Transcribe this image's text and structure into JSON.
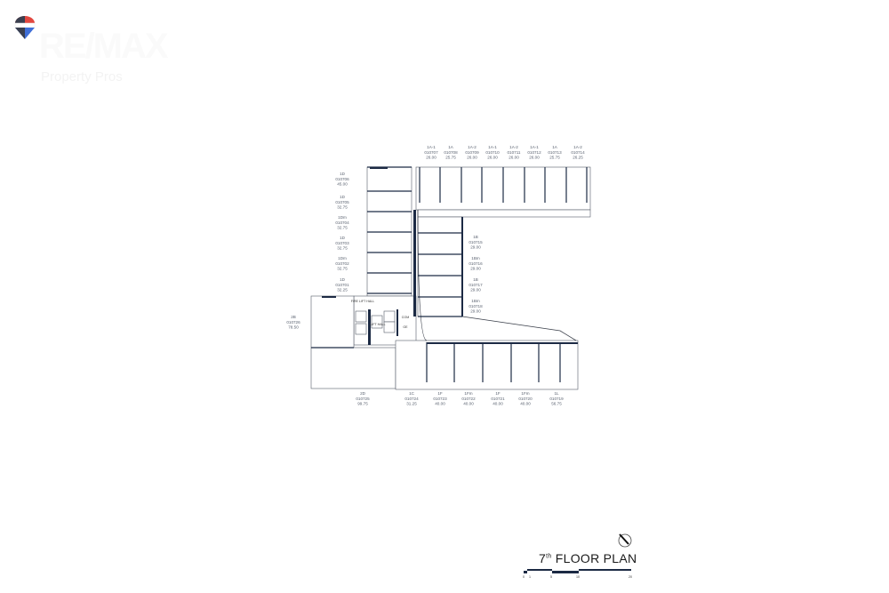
{
  "logo": {
    "brand": "RE/MAX",
    "subtitle": "Property Pros",
    "colors": {
      "red": "#e2473f",
      "blue": "#3f6fd8",
      "dark": "#3a3f4f"
    }
  },
  "title": {
    "number": "7",
    "suffix": "th",
    "text": "FLOOR PLAN"
  },
  "scale_labels": [
    "0",
    "1",
    "5",
    "10",
    "20"
  ],
  "rooms": {
    "fire_lift_hall": "FIRE LIFT HALL",
    "lift_hall": "LIFT HALL",
    "com": "COM",
    "ge": "GE"
  },
  "units": {
    "top": [
      {
        "type": "1A-1",
        "code": "010707",
        "area": "26.00"
      },
      {
        "type": "1A",
        "code": "010708",
        "area": "25.75"
      },
      {
        "type": "1A-2",
        "code": "010709",
        "area": "26.00"
      },
      {
        "type": "1A-1",
        "code": "010710",
        "area": "26.00"
      },
      {
        "type": "1A-2",
        "code": "010711",
        "area": "26.00"
      },
      {
        "type": "1A-1",
        "code": "010712",
        "area": "26.00"
      },
      {
        "type": "1A",
        "code": "010713",
        "area": "25.75"
      },
      {
        "type": "1A-2",
        "code": "010714",
        "area": "26.25"
      }
    ],
    "left": [
      {
        "type": "1D",
        "code": "010706",
        "area": "45.00"
      },
      {
        "type": "1D",
        "code": "010705",
        "area": "32.75"
      },
      {
        "type": "1Dm",
        "code": "010704",
        "area": "32.75"
      },
      {
        "type": "1D",
        "code": "010703",
        "area": "32.75"
      },
      {
        "type": "1Dm",
        "code": "010702",
        "area": "32.75"
      },
      {
        "type": "1D",
        "code": "010701",
        "area": "32.25"
      }
    ],
    "right": [
      {
        "type": "1B",
        "code": "010715",
        "area": "29.00"
      },
      {
        "type": "1Bm",
        "code": "010716",
        "area": "29.00"
      },
      {
        "type": "1B",
        "code": "010717",
        "area": "29.00"
      },
      {
        "type": "1Bm",
        "code": "010718",
        "area": "29.00"
      }
    ],
    "west": [
      {
        "type": "2B",
        "code": "010726",
        "area": "78.50"
      }
    ],
    "bottom": [
      {
        "type": "2D",
        "code": "010725",
        "area": "99.75"
      },
      {
        "type": "1C",
        "code": "010724",
        "area": "31.25"
      },
      {
        "type": "1F",
        "code": "010723",
        "area": "40.00"
      },
      {
        "type": "1Fm",
        "code": "010722",
        "area": "40.00"
      },
      {
        "type": "1F",
        "code": "010721",
        "area": "40.00"
      },
      {
        "type": "1Fm",
        "code": "010720",
        "area": "40.00"
      },
      {
        "type": "1L",
        "code": "010719",
        "area": "56.75"
      }
    ]
  }
}
